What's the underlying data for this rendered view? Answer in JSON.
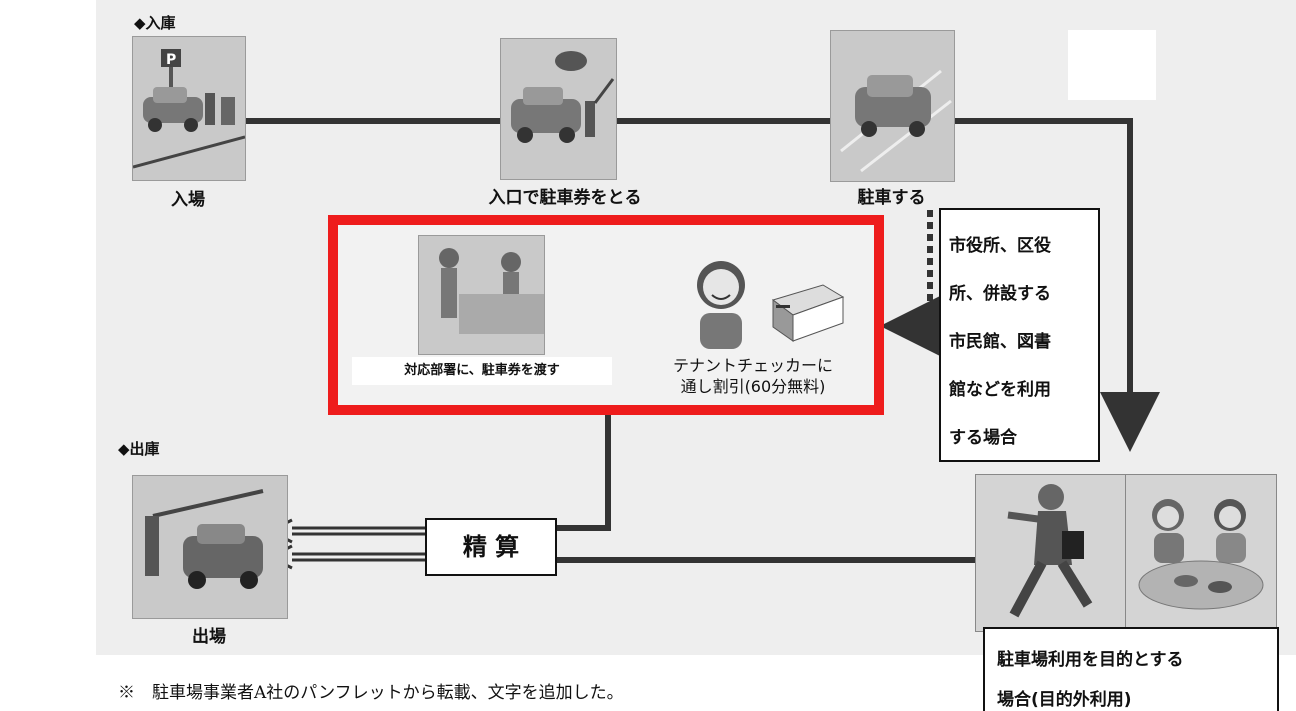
{
  "sections": {
    "entry": "◆入庫",
    "exit": "◆出庫"
  },
  "steps": {
    "enter": "入場",
    "ticket": "入口で駐車券をとる",
    "park": "駐車する",
    "handover": "対応部署に、駐車券を渡す",
    "checker_line1": "テナントチェッカーに",
    "checker_line2": "通し割引(60分無料)",
    "exit": "出場"
  },
  "facility_box": [
    "市役所、区役",
    "所、併設する",
    "市民館、図書",
    "館などを利用",
    "する場合"
  ],
  "payment": "精 算",
  "purpose_box": [
    "駐車場利用を目的とする",
    "場合(目的外利用)"
  ],
  "footnote": "※　駐車場事業者A社のパンフレットから転載、文字を追加した。",
  "colors": {
    "highlight": "#ee1c1c",
    "flow_line": "#333333",
    "background": "#eeeeee"
  }
}
